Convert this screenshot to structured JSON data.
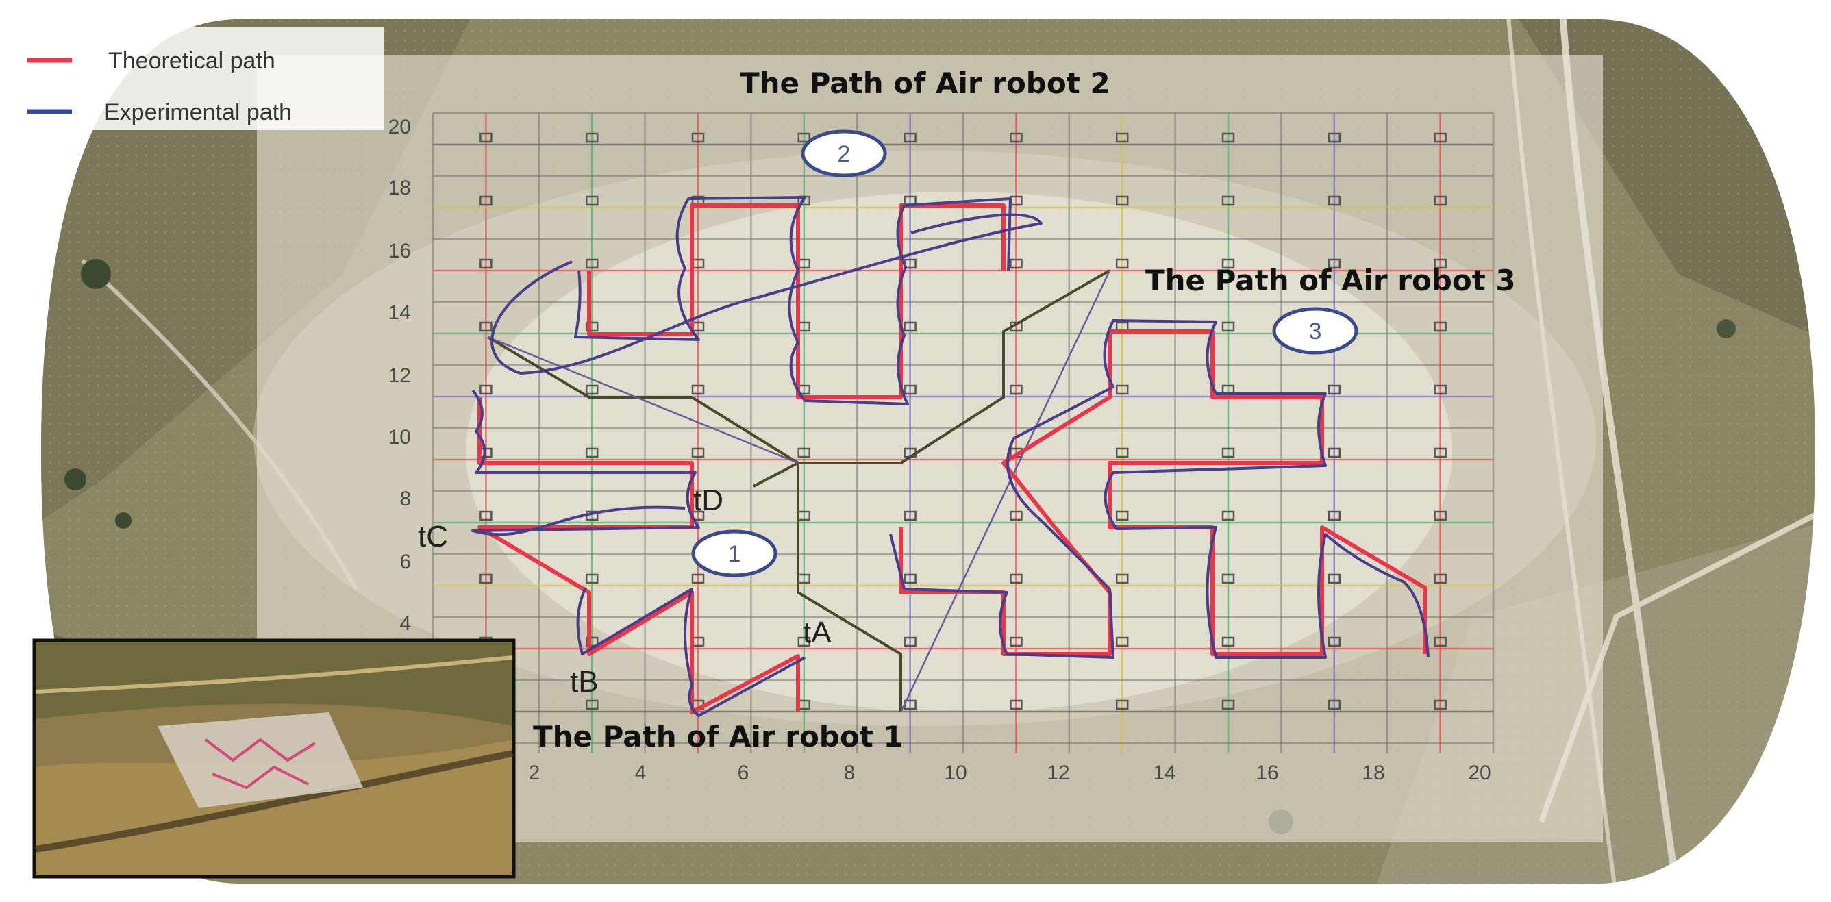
{
  "legend": {
    "items": [
      {
        "label": "Theoretical path",
        "color": "#e8364a"
      },
      {
        "label": "Experimental path",
        "color": "#3a4a9a"
      }
    ]
  },
  "titles": {
    "robot1": "The Path of Air robot 1",
    "robot2": "The Path of Air robot 2",
    "robot3": "The Path of Air robot 3"
  },
  "badges": [
    "1",
    "2",
    "3"
  ],
  "axis": {
    "x_ticks": [
      "2",
      "4",
      "6",
      "8",
      "10",
      "12",
      "14",
      "16",
      "18",
      "20"
    ],
    "y_ticks": [
      "4",
      "6",
      "8",
      "10",
      "12",
      "14",
      "16",
      "18",
      "20"
    ]
  },
  "time_labels": [
    "tA",
    "tB",
    "tC",
    "tD"
  ],
  "colors": {
    "theoretical": "#e8364a",
    "experimental": "#3a4a9a",
    "transfer": "#4a4a2a",
    "field_fill": "#e9e4d6",
    "terrain": "#8a8466"
  }
}
